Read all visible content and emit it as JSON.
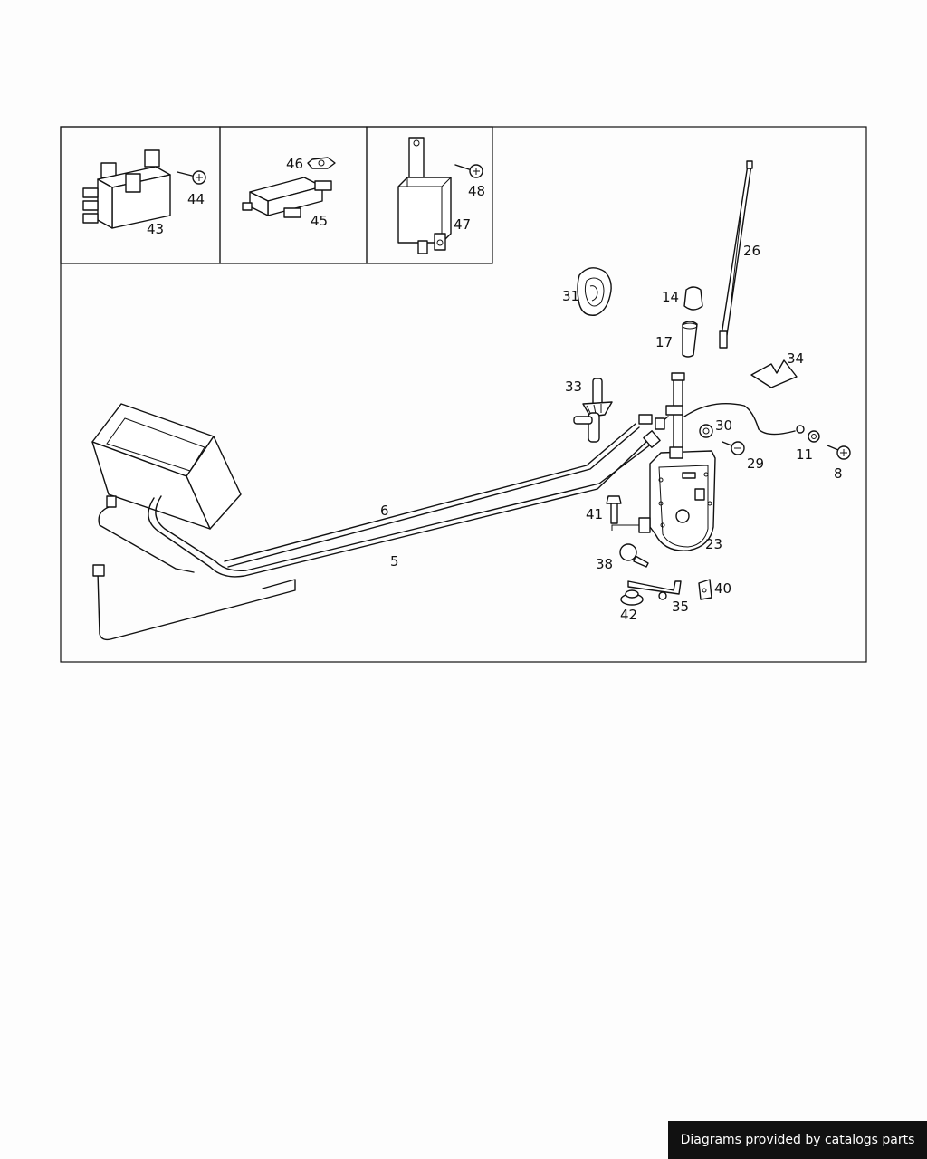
{
  "diagram": {
    "callouts": {
      "c43": "43",
      "c44": "44",
      "c46": "46",
      "c45": "45",
      "c48": "48",
      "c47": "47",
      "c26": "26",
      "c31": "31",
      "c14": "14",
      "c17": "17",
      "c34": "34",
      "c33": "33",
      "c30": "30",
      "c29": "29",
      "c11": "11",
      "c8": "8",
      "c6": "6",
      "c5": "5",
      "c41": "41",
      "c23": "23",
      "c38": "38",
      "c40": "40",
      "c35": "35",
      "c42": "42"
    }
  },
  "footer": {
    "credit": "Diagrams provided by catalogs parts"
  },
  "colors": {
    "ink": "#111111",
    "paper": "#fdfdfd",
    "credit_bg": "#111111",
    "credit_text": "#ffffff"
  }
}
